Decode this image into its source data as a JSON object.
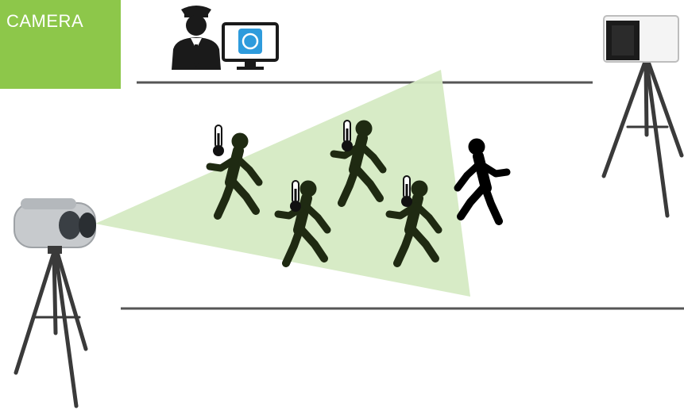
{
  "label": {
    "text": "CAMERA"
  },
  "colors": {
    "label_bg": "#8dc74a",
    "label_text": "#ffffff",
    "cone_fill": "#d5eac3",
    "walkway_line": "#555555",
    "person_in_cone": "#1f2a12",
    "person_outside": "#000000",
    "camera_body": "#c7cacd",
    "tripod": "#3a3a3a",
    "monitor_screen": "#2e9bdc"
  },
  "icons": {
    "operator": "security-guard-icon",
    "monitor": "computer-monitor-icon",
    "thermometer": "thermometer-icon",
    "person": "walking-person-icon",
    "thermal_camera": "binocular-thermal-camera",
    "blackbody": "blackbody-calibrator",
    "tripod": "tripod"
  }
}
